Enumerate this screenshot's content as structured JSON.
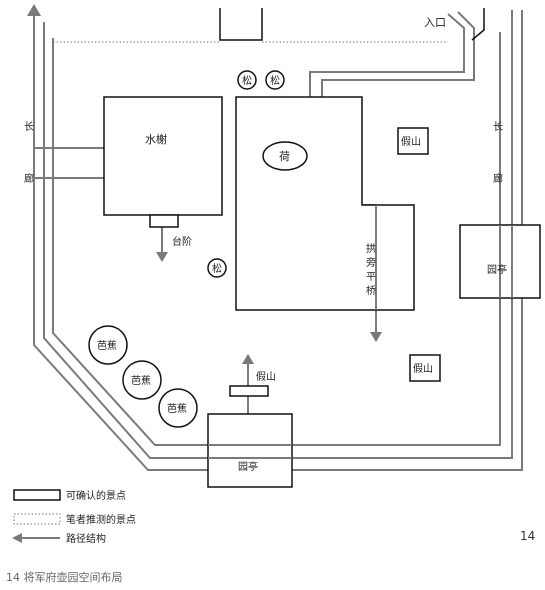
{
  "labels": {
    "entrance": "入口",
    "pine": "松",
    "water_pavilion": "水榭",
    "lotus": "荷",
    "rockery": "假山",
    "terrace": "台阶",
    "bridge": [
      "拱",
      "旁",
      "平",
      "桥"
    ],
    "corridor_char1": "长",
    "corridor_char2": "廊",
    "pavilion": "园亭",
    "banana": "芭蕉"
  },
  "legend": {
    "confirmed": "可确认的景点",
    "inferred": "笔者推测的景点",
    "path": "路径结构"
  },
  "page_number": "14",
  "caption": "14 将军府壶园空间布局",
  "colors": {
    "line": "#111111",
    "path": "#7a7a7a",
    "dotted": "#777777"
  }
}
